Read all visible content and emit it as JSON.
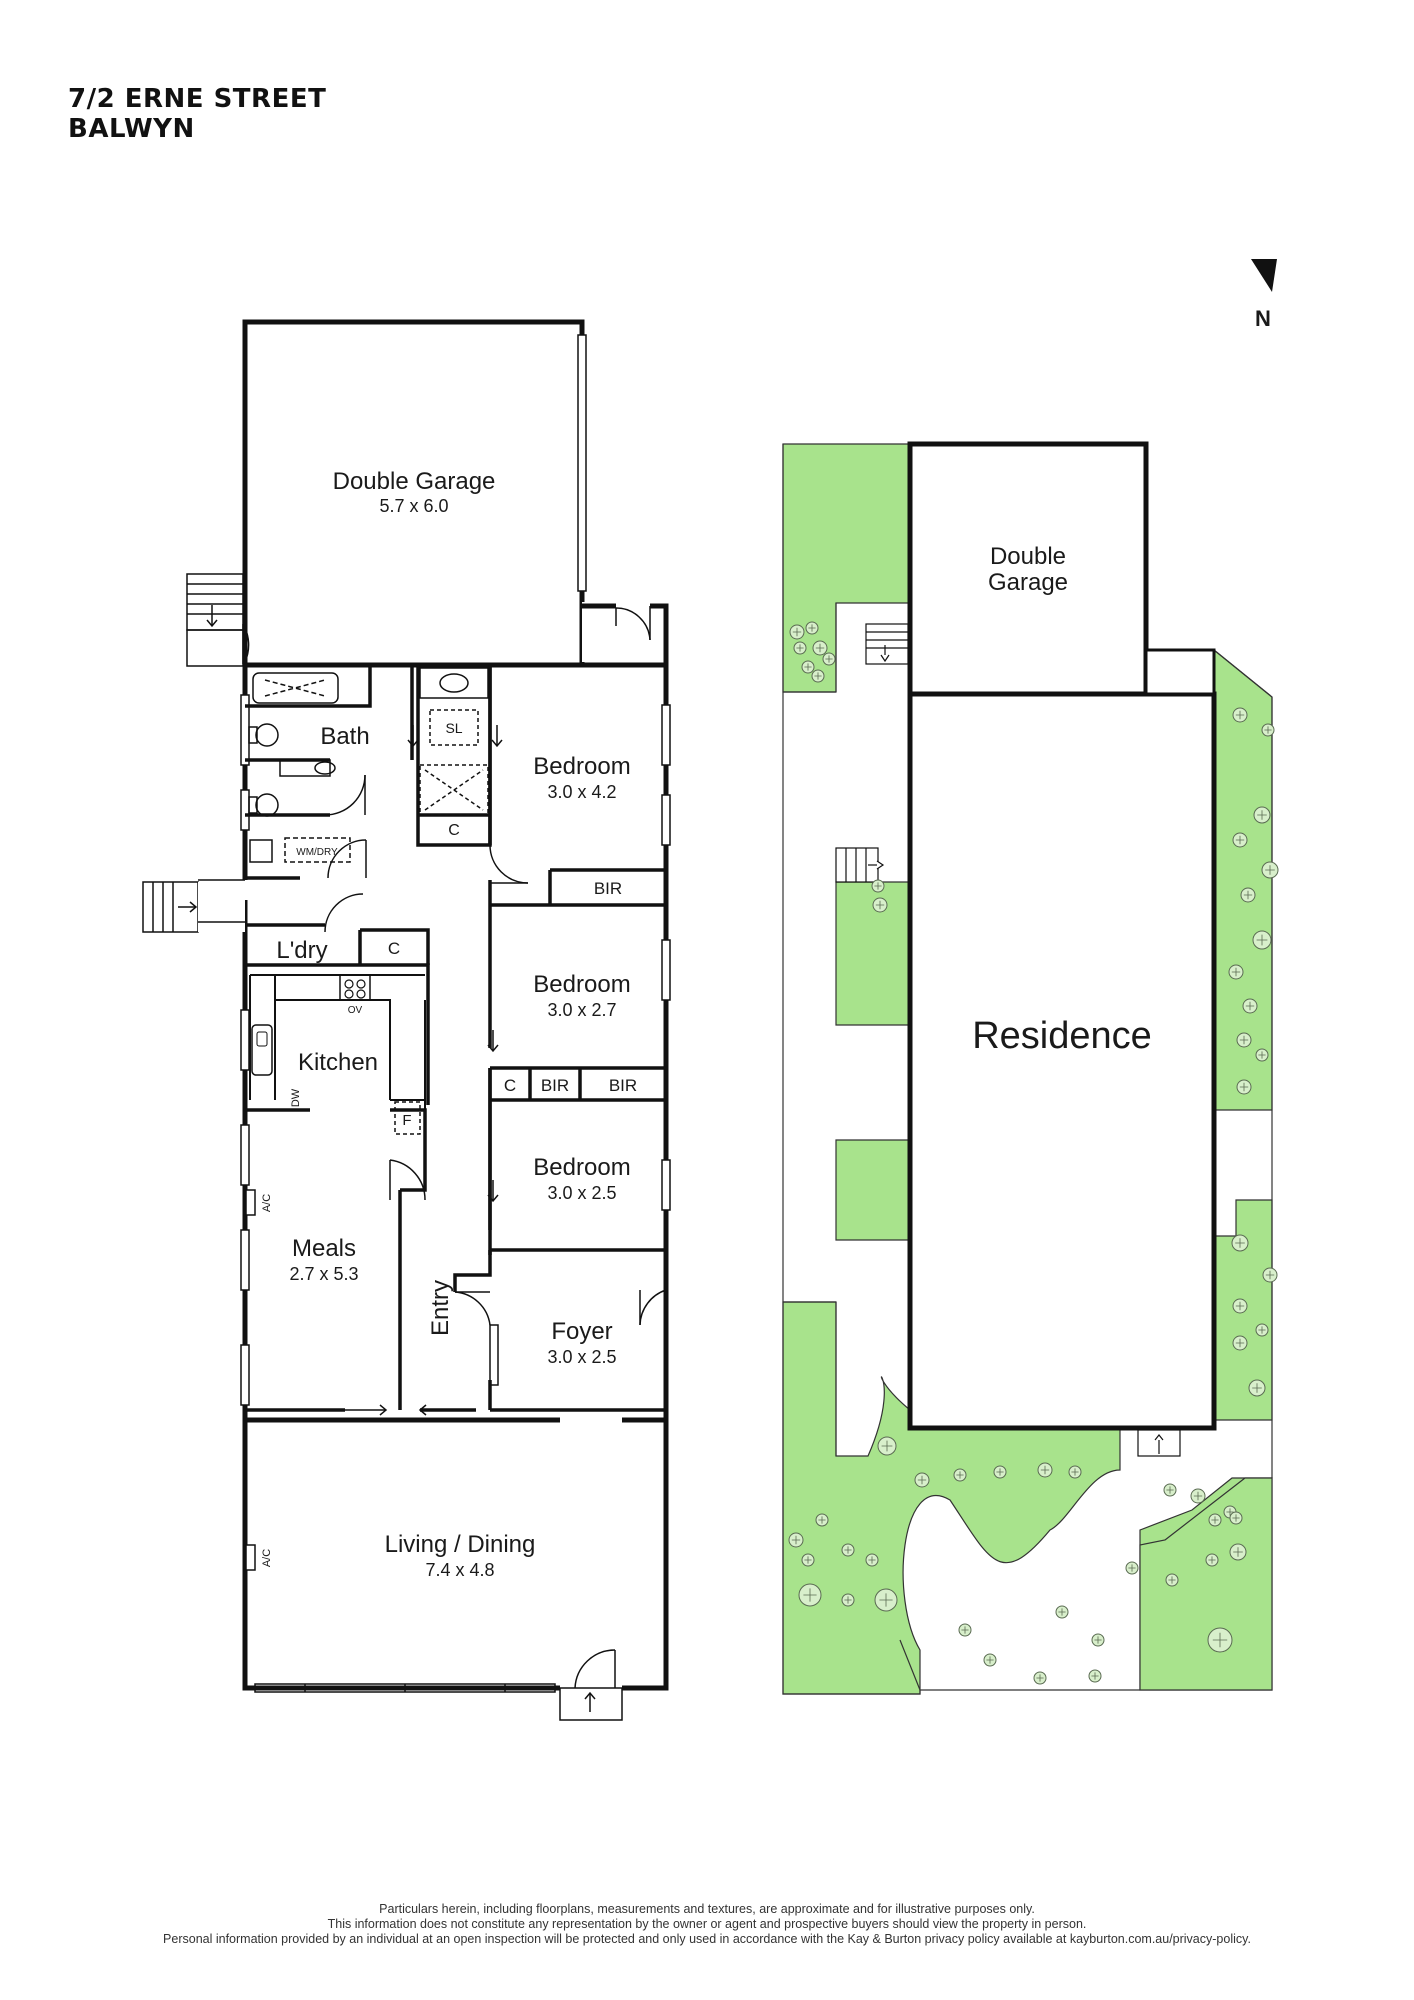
{
  "header": {
    "address_line1": "7/2 ERNE STREET",
    "address_line2": "BALWYN"
  },
  "compass": {
    "label": "N"
  },
  "floorplan": {
    "rooms": {
      "garage": {
        "name": "Double Garage",
        "dims": "5.7 x 6.0"
      },
      "bath": {
        "name": "Bath"
      },
      "bed1": {
        "name": "Bedroom",
        "dims": "3.0 x 4.2"
      },
      "bed2": {
        "name": "Bedroom",
        "dims": "3.0 x 2.7"
      },
      "bed3": {
        "name": "Bedroom",
        "dims": "3.0 x 2.5"
      },
      "laundry": {
        "name": "L'dry"
      },
      "kitchen": {
        "name": "Kitchen"
      },
      "meals": {
        "name": "Meals",
        "dims": "2.7 x 5.3"
      },
      "entry": {
        "name": "Entry"
      },
      "foyer": {
        "name": "Foyer",
        "dims": "3.0 x 2.5"
      },
      "living": {
        "name": "Living / Dining",
        "dims": "7.4 x 4.8"
      }
    },
    "fixtures": {
      "sl": "SL",
      "c_linen": "C",
      "bir_bed1": "BIR",
      "c_laundry": "C",
      "c_hall": "C",
      "bir_hall": "BIR",
      "bir_bed3": "BIR",
      "wm_dry": "WM/DRY",
      "ov": "OV",
      "dw": "DW",
      "fridge": "F",
      "ac_meals": "A/C",
      "ac_living": "A/C"
    }
  },
  "siteplan": {
    "garage_label_line1": "Double",
    "garage_label_line2": "Garage",
    "residence_label": "Residence"
  },
  "colors": {
    "lawn": "#a8e38c",
    "wall": "#111111",
    "tree_fill": "#d8efcb",
    "tree_stroke": "#5a6b52"
  },
  "footer": {
    "disclaimer_line1": "Particulars herein, including floorplans, measurements and textures, are approximate and for illustrative purposes only.",
    "disclaimer_line2": "This information does not constitute any representation by the owner or agent and prospective buyers should view the property in person.",
    "disclaimer_line3": "Personal information provided by an individual at an open inspection will be protected and only used in accordance with the Kay & Burton privacy policy available at kayburton.com.au/privacy-policy."
  }
}
